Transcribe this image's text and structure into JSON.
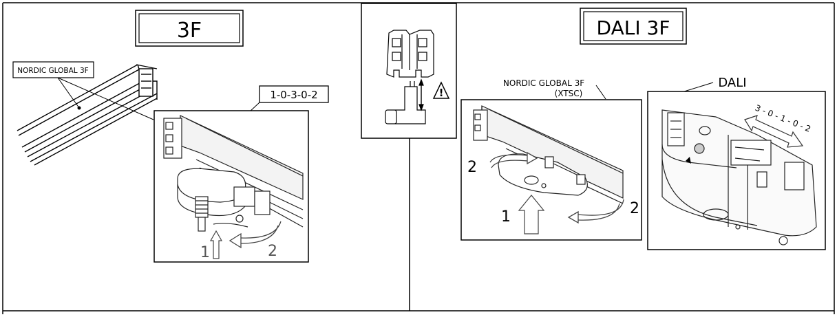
{
  "left_panel": {
    "title": "3F",
    "rail_label": "NORDIC GLOBAL 3F",
    "code": "1-0-3-0-2",
    "step1": "1",
    "step2": "2"
  },
  "right_panel": {
    "title": "DALI 3F",
    "rail_label_line1": "NORDIC GLOBAL 3F",
    "rail_label_line2": "(XTSC)",
    "dali_label": "DALI",
    "dali_code": "3 - 0 - 1 - 0 - 2",
    "step1": "1",
    "step2_left": "2",
    "step2_right": "2"
  },
  "center_panel": {
    "warning_symbol": "!"
  }
}
